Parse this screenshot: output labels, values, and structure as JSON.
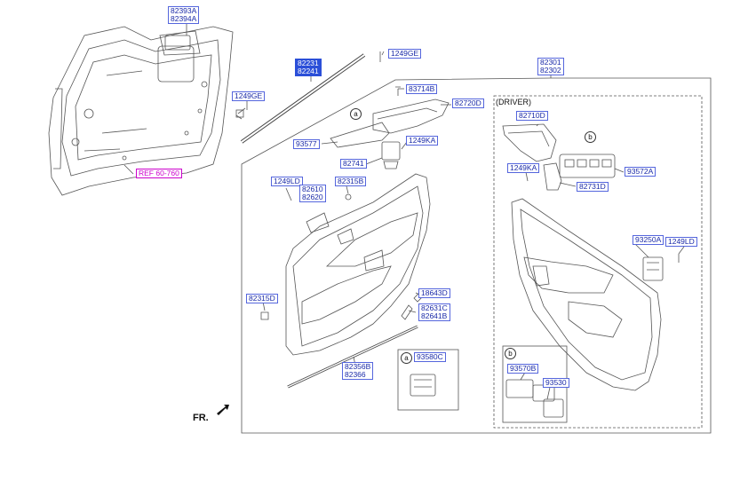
{
  "labels": {
    "l82393": [
      "82393A",
      "82394A"
    ],
    "l1249GE_a": "1249GE",
    "lREF": "REF 60-760",
    "l82231": [
      "82231",
      "82241"
    ],
    "l1249GE_b": "1249GE",
    "l83714B": "83714B",
    "l82720D": "82720D",
    "l93577": "93577",
    "l1249KA_a": "1249KA",
    "l82741": "82741",
    "l1249LD_a": "1249LD",
    "l82610": [
      "82610",
      "82620"
    ],
    "l82315B": "82315B",
    "l82315D": "82315D",
    "l18643D": "18643D",
    "l82631C": [
      "82631C",
      "82641B"
    ],
    "l82356B": [
      "82356B",
      "82366"
    ],
    "l93580C": "93580C",
    "l82301": [
      "82301",
      "82302"
    ],
    "l82710D": "82710D",
    "l1249KA_b": "1249KA",
    "l93572A": "93572A",
    "l82731D": "82731D",
    "l93250A": "93250A",
    "l1249LD_b": "1249LD",
    "l93570B": "93570B",
    "l93530": "93530"
  },
  "texts": {
    "driver": "(DRIVER)",
    "fr": "FR.",
    "circle_a": "a",
    "circle_b": "b"
  }
}
